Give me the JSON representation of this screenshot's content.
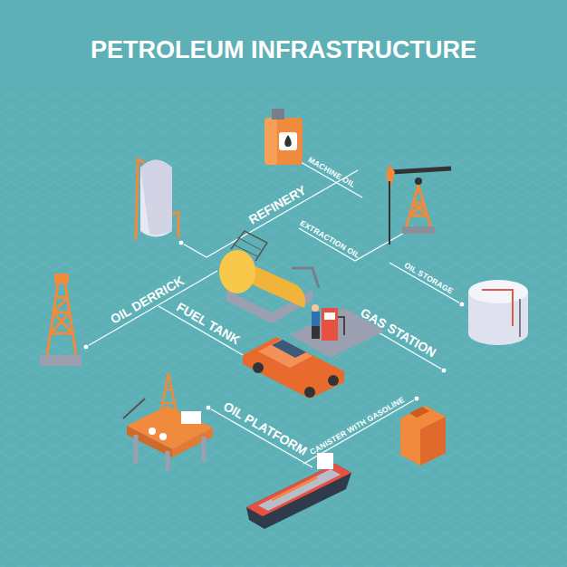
{
  "diagram": {
    "title": "PETROLEUM INFRASTRUCTURE",
    "labels": [
      "MACHINE OIL",
      "REFINERY",
      "EXTRACTION OIL",
      "OIL STORAGE",
      "OIL DERRICK",
      "FUEL TANK",
      "GAS STATION",
      "CANISTER WITH GASOLINE",
      "OIL PLATFORM"
    ]
  }
}
